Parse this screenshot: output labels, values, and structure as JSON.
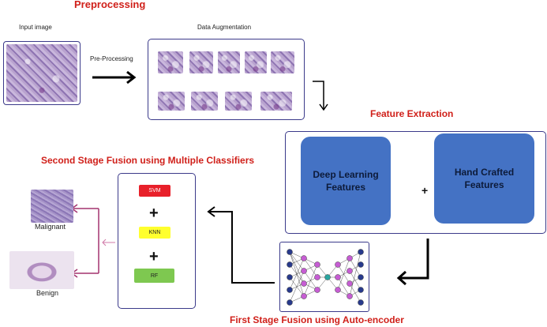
{
  "titles": {
    "preprocessing": "Preprocessing",
    "feature_extraction": "Feature Extraction",
    "second_stage": "Second Stage Fusion using Multiple Classifiers",
    "first_stage": "First Stage Fusion using Auto-encoder"
  },
  "labels": {
    "input_image": "Input image",
    "data_augmentation": "Data Augmentation",
    "pre_processing": "Pre-Processing",
    "malignant": "Malignant",
    "benign": "Benign"
  },
  "features": {
    "deep": "Deep Learning Features",
    "hand": "Hand Crafted Features",
    "plus": "+"
  },
  "classifiers": {
    "svm": "SVM",
    "knn": "KNN",
    "rf": "RF",
    "plus": "+"
  },
  "colors": {
    "title_red": "#d0201a",
    "panel_border": "#3b3a8a",
    "feature_blue": "#4472c4",
    "svm_red": "#e8202a",
    "knn_yellow": "#ffff2e",
    "rf_green": "#7ec850",
    "output_arrow": "#a3336f"
  }
}
